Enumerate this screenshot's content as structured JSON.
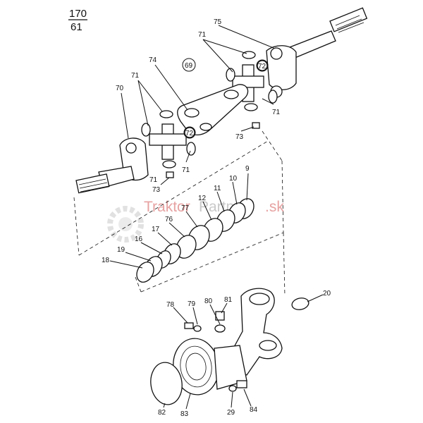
{
  "page": {
    "number_top": "170",
    "number_bottom": "61"
  },
  "watermark": {
    "text_a": "Traktor",
    "text_b": "Partner",
    "text_c": ".sk"
  },
  "colors": {
    "ink": "#111111",
    "watermark_red": "#e7a2a2",
    "watermark_gray": "#c9c9c9"
  },
  "callouts": [
    {
      "id": "75",
      "text": "75"
    },
    {
      "id": "71a",
      "text": "71"
    },
    {
      "id": "69",
      "text": "69"
    },
    {
      "id": "72a",
      "text": "72"
    },
    {
      "id": "74",
      "text": "74"
    },
    {
      "id": "71b",
      "text": "71"
    },
    {
      "id": "70",
      "text": "70"
    },
    {
      "id": "71c",
      "text": "71"
    },
    {
      "id": "72b",
      "text": "72"
    },
    {
      "id": "73a",
      "text": "73"
    },
    {
      "id": "71d",
      "text": "71"
    },
    {
      "id": "73b",
      "text": "73"
    },
    {
      "id": "71e",
      "text": "71"
    },
    {
      "id": "9",
      "text": "9"
    },
    {
      "id": "10",
      "text": "10"
    },
    {
      "id": "11",
      "text": "11"
    },
    {
      "id": "12",
      "text": "12"
    },
    {
      "id": "77",
      "text": "77"
    },
    {
      "id": "76",
      "text": "76"
    },
    {
      "id": "17",
      "text": "17"
    },
    {
      "id": "16",
      "text": "16"
    },
    {
      "id": "19",
      "text": "19"
    },
    {
      "id": "18",
      "text": "18"
    },
    {
      "id": "20",
      "text": "20"
    },
    {
      "id": "78",
      "text": "78"
    },
    {
      "id": "79",
      "text": "79"
    },
    {
      "id": "80",
      "text": "80"
    },
    {
      "id": "81",
      "text": "81"
    },
    {
      "id": "82",
      "text": "82"
    },
    {
      "id": "83",
      "text": "83"
    },
    {
      "id": "29",
      "text": "29"
    },
    {
      "id": "84",
      "text": "84"
    }
  ]
}
